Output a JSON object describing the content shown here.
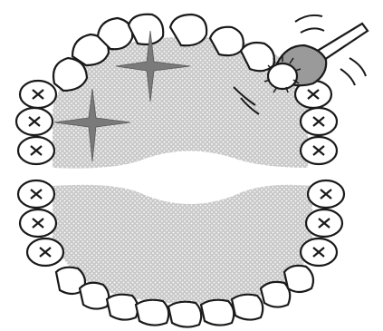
{
  "illustration": {
    "subject": "dental-arches-with-electric-toothbrush",
    "colors": {
      "line": "#1a1a1a",
      "tooth_fill": "#ffffff",
      "palate_fill": "#c9c9c9",
      "palate_dot": "#ffffff",
      "brush_head": "#9a9a9a",
      "sparkle": "#7a7a7a"
    },
    "upper_arch": {
      "molar_count": 6,
      "molar_mark": "x",
      "sparkles": 2
    },
    "lower_arch": {
      "molar_count": 6,
      "molar_mark": "x"
    },
    "toothbrush": {
      "type": "electric",
      "vibration_lines": true
    }
  }
}
